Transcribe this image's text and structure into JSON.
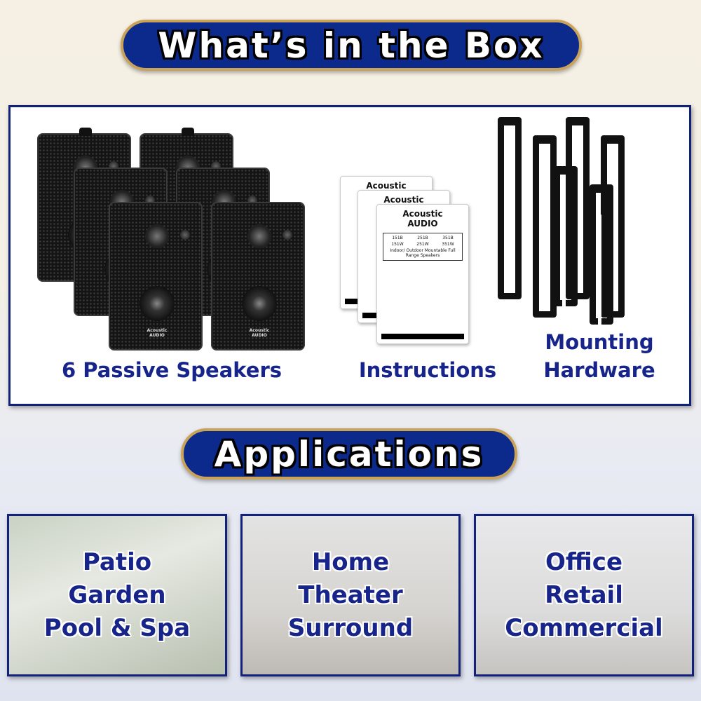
{
  "header": {
    "title": "What’s in the Box"
  },
  "box": {
    "items": [
      {
        "label": "6 Passive Speakers",
        "count": 6
      },
      {
        "label": "Instructions"
      },
      {
        "label_line1": "Mounting",
        "label_line2": "Hardware"
      }
    ],
    "speaker_logo": "Acoustic AUDIO",
    "manual": {
      "brand1": "Acoustic",
      "brand2": "AUDIO",
      "models": [
        "151B",
        "251B",
        "351B",
        "151W",
        "251W",
        "351W"
      ],
      "subtitle": "Indoor/ Outdoor Mountable Full Range Speakers"
    }
  },
  "applications": {
    "title": "Applications",
    "panels": [
      {
        "lines": [
          "Patio",
          "Garden",
          "Pool & Spa"
        ]
      },
      {
        "lines": [
          "Home",
          "Theater",
          "Surround"
        ]
      },
      {
        "lines": [
          "Office",
          "Retail",
          "Commercial"
        ]
      }
    ]
  },
  "colors": {
    "navy": "#0b2a8c",
    "gold": "#c9a35a",
    "label": "#17248a"
  }
}
